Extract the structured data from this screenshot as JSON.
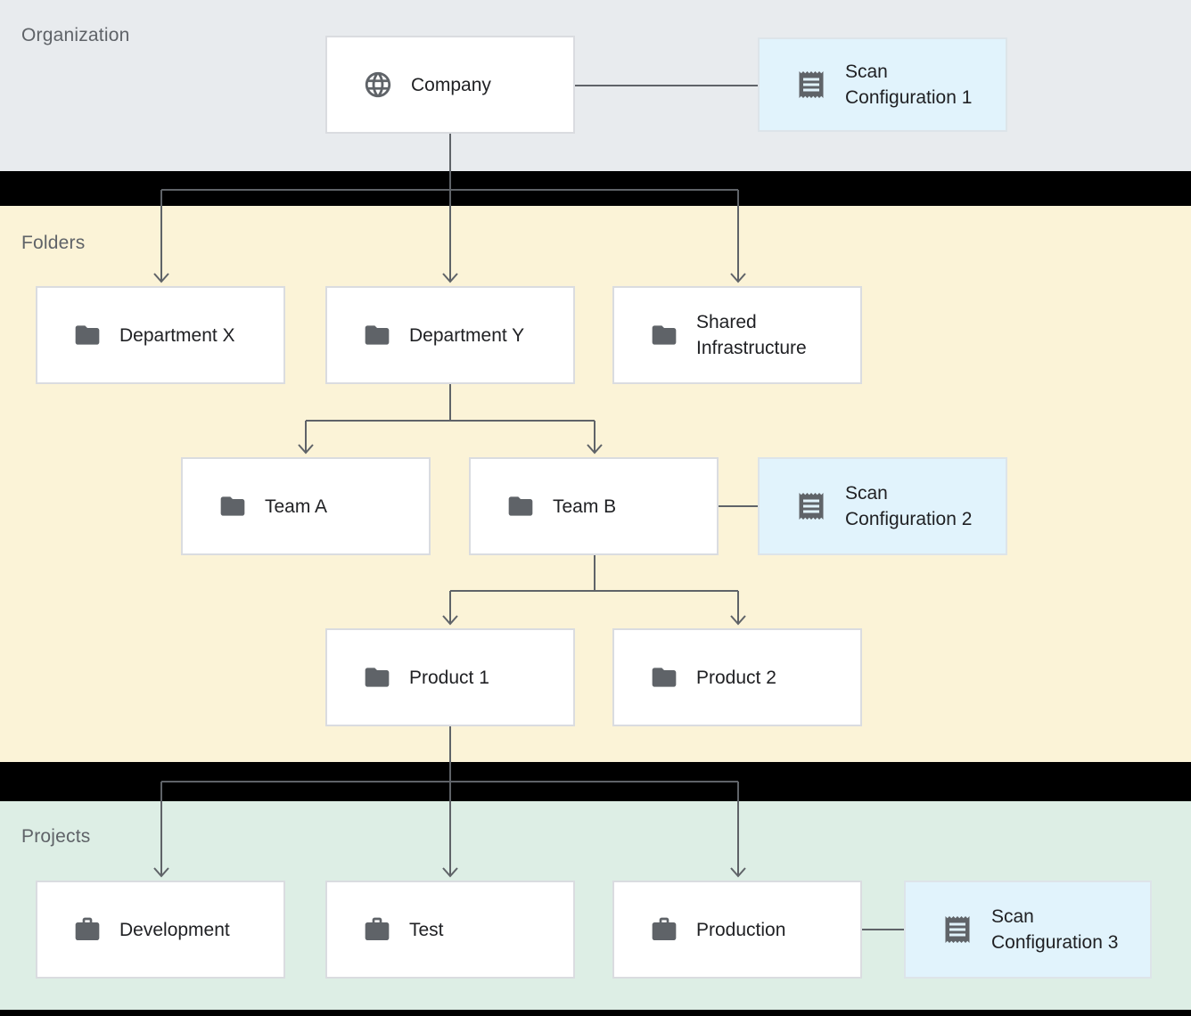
{
  "bands": [
    {
      "id": "organization",
      "label": "Organization",
      "color": "#e8ebee"
    },
    {
      "id": "folders",
      "label": "Folders",
      "color": "#fbf3d7"
    },
    {
      "id": "projects",
      "label": "Projects",
      "color": "#ddeee5"
    }
  ],
  "nodes": [
    {
      "id": "company",
      "label": "Company",
      "icon": "globe-icon"
    },
    {
      "id": "scan-configuration-1",
      "label": "Scan Configuration 1",
      "icon": "receipt-icon"
    },
    {
      "id": "department-x",
      "label": "Department X",
      "icon": "folder-icon"
    },
    {
      "id": "department-y",
      "label": "Department Y",
      "icon": "folder-icon"
    },
    {
      "id": "shared-infrastructure",
      "label": "Shared Infrastructure",
      "icon": "folder-icon"
    },
    {
      "id": "team-a",
      "label": "Team A",
      "icon": "folder-icon"
    },
    {
      "id": "team-b",
      "label": "Team B",
      "icon": "folder-icon"
    },
    {
      "id": "scan-configuration-2",
      "label": "Scan Configuration 2",
      "icon": "receipt-icon"
    },
    {
      "id": "product-1",
      "label": "Product 1",
      "icon": "folder-icon"
    },
    {
      "id": "product-2",
      "label": "Product 2",
      "icon": "folder-icon"
    },
    {
      "id": "development",
      "label": "Development",
      "icon": "briefcase-icon"
    },
    {
      "id": "test",
      "label": "Test",
      "icon": "briefcase-icon"
    },
    {
      "id": "production",
      "label": "Production",
      "icon": "briefcase-icon"
    },
    {
      "id": "scan-configuration-3",
      "label": "Scan Configuration 3",
      "icon": "receipt-icon"
    }
  ],
  "colors": {
    "organization_band": "#e8ebee",
    "folders_band": "#fbf3d7",
    "projects_band": "#ddeee5",
    "scan_node_fill": "#e1f3fc",
    "node_fill": "#ffffff",
    "node_border": "#dadce0",
    "connector": "#5f6368",
    "icon": "#5f6368",
    "node_text": "#202124",
    "band_label_text": "#5f6368",
    "gap_background": "#000000"
  }
}
